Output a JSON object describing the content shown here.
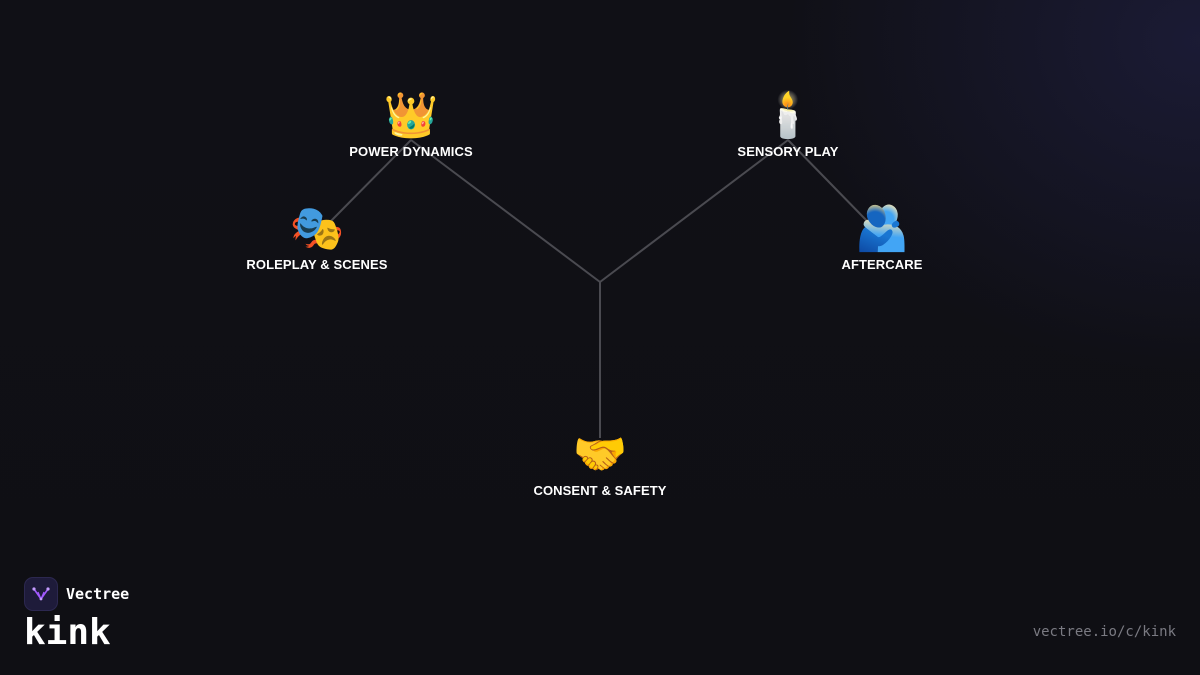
{
  "diagram": {
    "nodes": [
      {
        "id": "consent",
        "emoji": "🤝",
        "label": "CONSENT & SAFETY"
      },
      {
        "id": "power",
        "emoji": "👑",
        "label": "POWER DYNAMICS"
      },
      {
        "id": "sensory",
        "emoji": "🕯️",
        "label": "SENSORY PLAY"
      },
      {
        "id": "roleplay",
        "emoji": "🎭",
        "label": "ROLEPLAY & SCENES"
      },
      {
        "id": "aftercare",
        "emoji": "🫂",
        "label": "AFTERCARE"
      }
    ],
    "edges": [
      {
        "from": "consent",
        "to": "power"
      },
      {
        "from": "consent",
        "to": "sensory"
      },
      {
        "from": "power",
        "to": "roleplay"
      },
      {
        "from": "sensory",
        "to": "aftercare"
      }
    ]
  },
  "brand": {
    "name": "Vectree",
    "community": "kink",
    "url": "vectree.io/c/kink"
  },
  "colors": {
    "background": "#0f0f14",
    "edge": "#4a4a50",
    "label": "#ffffff",
    "logo_accent": "#a259ff",
    "url_text": "#7a7a82"
  }
}
